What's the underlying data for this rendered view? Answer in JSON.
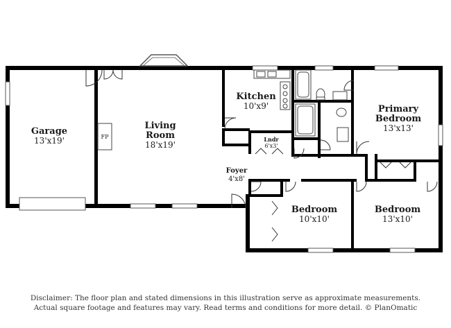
{
  "rooms": {
    "garage": {
      "name": "Garage",
      "dim": "13'x19'"
    },
    "fireplace": {
      "label": "FP"
    },
    "living": {
      "name1": "Living",
      "name2": "Room",
      "dim": "18'x19'"
    },
    "kitchen": {
      "name": "Kitchen",
      "dim": "10'x9'"
    },
    "laundry": {
      "name": "Lndr",
      "dim": "6'x3'"
    },
    "foyer": {
      "name": "Foyer",
      "dim": "4'x8'"
    },
    "primary": {
      "name1": "Primary",
      "name2": "Bedroom",
      "dim": "13'x13'"
    },
    "bedroom2": {
      "name": "Bedroom",
      "dim": "10'x10'"
    },
    "bedroom3": {
      "name": "Bedroom",
      "dim": "13'x10'"
    }
  },
  "disclaimer": {
    "line1": "Disclaimer: The floor plan and stated dimensions in this illustration serve as approximate measurements.",
    "line2": "Actual square footage and features may vary. Read terms and conditions for more detail. © PlanOmatic"
  }
}
